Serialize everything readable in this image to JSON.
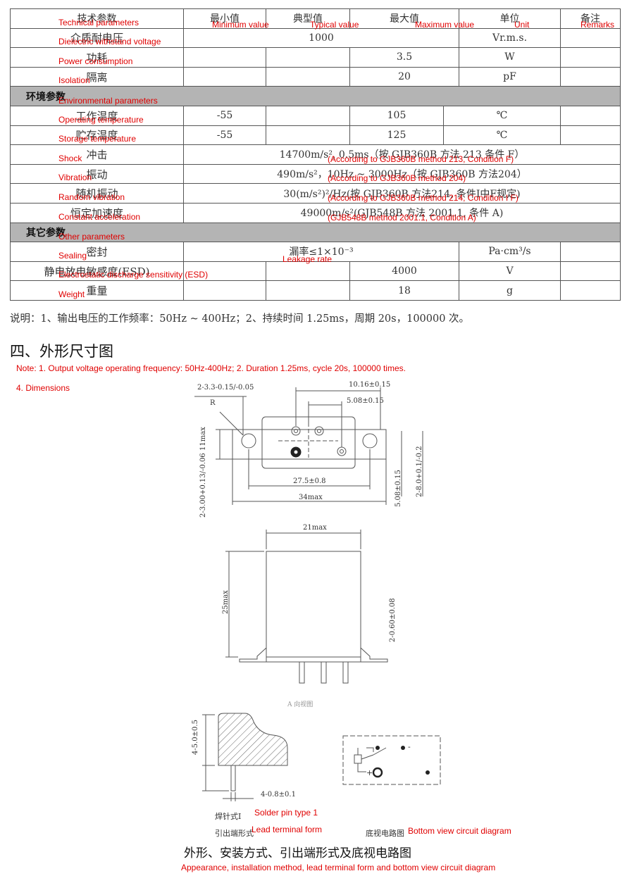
{
  "table": {
    "header": [
      {
        "zh": "技术参数",
        "en": "Technical parameters"
      },
      {
        "zh": "最小值",
        "en": "Minimum value"
      },
      {
        "zh": "典型值",
        "en": "Typical value"
      },
      {
        "zh": "最大值",
        "en": "Maximum value"
      },
      {
        "zh": "单位",
        "en": "Unit"
      },
      {
        "zh": "备注",
        "en": "Remarks"
      }
    ],
    "dielectric": {
      "zh": "介质耐电压",
      "en": "Dielectric withstand voltage",
      "typ": "1000",
      "unit": "Vr.m.s."
    },
    "power": {
      "zh": "功耗",
      "en": "Power consumption",
      "max": "3.5",
      "unit": "W"
    },
    "isolation": {
      "zh": "隔离",
      "en": "Isolation",
      "max": "20",
      "unit": "pF"
    },
    "env_section": {
      "zh": "环境参数",
      "en": "Environmental parameters"
    },
    "op_temp": {
      "zh": "工作温度",
      "en": "Operating temperature",
      "min": "-55",
      "max": "105",
      "unit": "℃"
    },
    "storage_temp": {
      "zh": "贮存温度",
      "en": "Storage temperature",
      "min": "-55",
      "max": "125",
      "unit": "℃"
    },
    "shock": {
      "zh": "冲击",
      "en": "Shock",
      "value": "14700m/s², 0.5ms（按 GJB360B 方法 213 条件 F）",
      "note_en": "(According to GJB360B method 213, Condition F)"
    },
    "vibration": {
      "zh": "振动",
      "en": "Vibration",
      "value": "490m/s²，10Hz ~ 3000Hz（按 GJB360B 方法204）",
      "note_en": "(According to GJB360B method 204)"
    },
    "random_vib": {
      "zh": "随机振动",
      "en": "Random vibration",
      "value": "30(m/s²)²/Hz(按 GJB360B 方法214, 条件Ⅰ中F规定)",
      "note_en": "(According to GJB360B method 214, Condition I F)"
    },
    "const_acc": {
      "zh": "恒定加速度",
      "en": "Constant acceleration",
      "value": "49000m/s²(GJB548B 方法 2001.1, 条件 A)",
      "note_en": "(GJB548B method 2001.1, Condition A)"
    },
    "other_section": {
      "zh": "其它参数",
      "en": "Other parameters"
    },
    "sealing": {
      "zh": "密封",
      "en": "Sealing",
      "value": "漏率≤1×10⁻³",
      "note_en": "Leakage rate",
      "unit": "Pa·cm³/s"
    },
    "esd": {
      "zh": "静电放电敏感度(ESD)",
      "en": "Electrostatic discharge sensitivity (ESD)",
      "max": "4000",
      "unit": "V"
    },
    "weight": {
      "zh": "重量",
      "en": "Weight",
      "max": "18",
      "unit": "g"
    }
  },
  "note": {
    "zh": "说明：1、输出电压的工作频率：50Hz ~ 400Hz；2、持续时间 1.25ms，周期 20s，100000 次。",
    "en": "Note: 1. Output voltage operating frequency: 50Hz-400Hz; 2. Duration 1.25ms, cycle 20s, 100000 times."
  },
  "dimensions": {
    "zh": "四、外形尺寸图",
    "en": "4. Dimensions"
  },
  "drawing": {
    "top_dims": [
      "2-3.3-0.15/-0.05",
      "10.16±0.15",
      "5.08±0.15",
      "11max",
      "27.5±0.8",
      "34max",
      "2-3.00+0.13/-0.06",
      "5.08±0.15",
      "2-8.0+0.1/-0.2"
    ],
    "radius_label": "R",
    "side_dims": [
      "21max",
      "25max",
      "2-0.60±0.08"
    ],
    "view_caption": "A 向视图",
    "pin_dims": [
      "4-5.0±0.5",
      "4-0.8±0.1"
    ],
    "circuit_minus": "-",
    "circuit_plus": "+"
  },
  "captions": {
    "solder_pin": {
      "zh": "焊针式I",
      "en": "Solder pin type 1"
    },
    "lead_form": {
      "zh": "引出端形式",
      "en": "Lead terminal form"
    },
    "bottom_view": {
      "zh": "底视电路图",
      "en": "Bottom view circuit diagram"
    },
    "main": {
      "zh": "外形、安装方式、引出端形式及底视电路图",
      "en": "Appearance, installation method, lead terminal form and bottom view circuit diagram"
    }
  }
}
